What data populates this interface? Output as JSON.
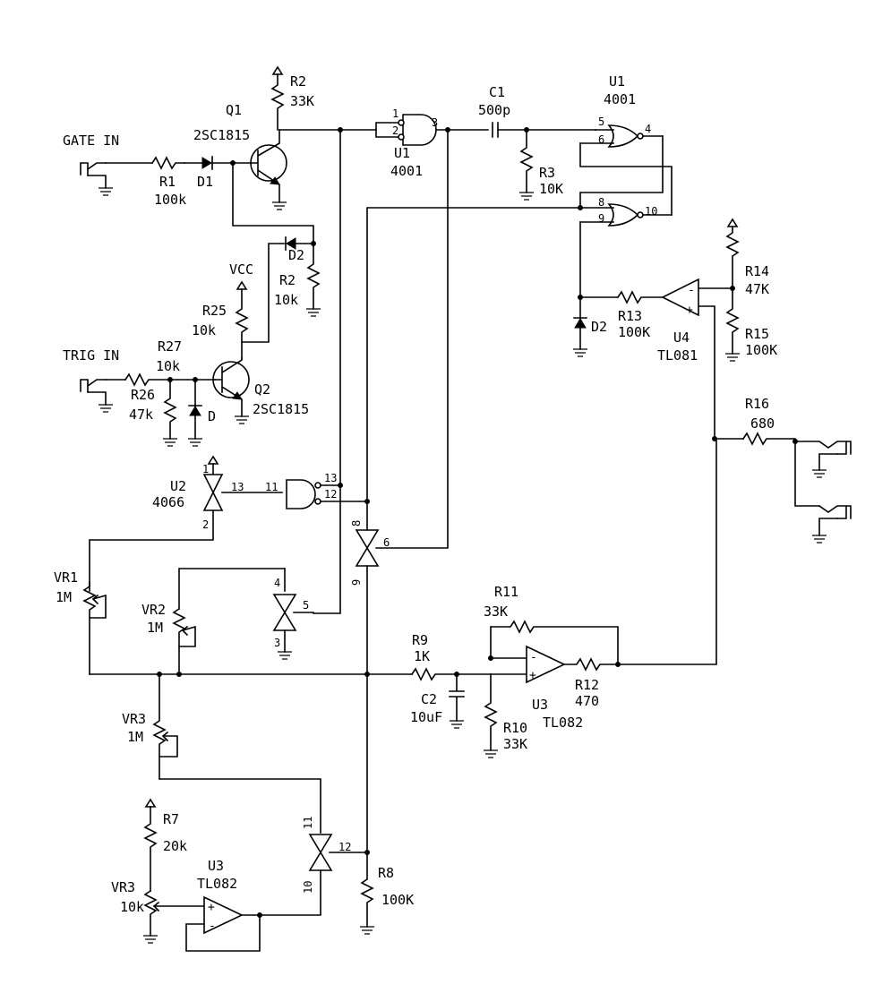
{
  "labels": {
    "gate_in": "GATE IN",
    "trig_in": "TRIG IN",
    "vcc": "VCC"
  },
  "components": {
    "r1": {
      "ref": "R1",
      "value": "100k"
    },
    "d1": {
      "ref": "D1"
    },
    "q1": {
      "ref": "Q1",
      "value": "2SC1815"
    },
    "r2_top": {
      "ref": "R2",
      "value": "33K"
    },
    "d2_top": {
      "ref": "D2"
    },
    "r2_mid": {
      "ref": "R2",
      "value": "10k"
    },
    "r25": {
      "ref": "R25",
      "value": "10k"
    },
    "r27": {
      "ref": "R27",
      "value": "10k"
    },
    "r26": {
      "ref": "R26",
      "value": "47k"
    },
    "d_trig": {
      "ref": "D"
    },
    "q2": {
      "ref": "Q2",
      "value": "2SC1815"
    },
    "u1_nand": {
      "ref": "U1",
      "value": "4001"
    },
    "c1": {
      "ref": "C1",
      "value": "500p"
    },
    "r3": {
      "ref": "R3",
      "value": "10K"
    },
    "u1_nor": {
      "ref": "U1",
      "value": "4001"
    },
    "d2_right": {
      "ref": "D2"
    },
    "r13": {
      "ref": "R13",
      "value": "100K"
    },
    "u4": {
      "ref": "U4",
      "value": "TL081"
    },
    "r14": {
      "ref": "R14",
      "value": "47K"
    },
    "r15": {
      "ref": "R15",
      "value": "100K"
    },
    "r16": {
      "ref": "R16",
      "value": "680"
    },
    "u2": {
      "ref": "U2",
      "value": "4066"
    },
    "vr1": {
      "ref": "VR1",
      "value": "1M"
    },
    "vr2": {
      "ref": "VR2",
      "value": "1M"
    },
    "vr3_top": {
      "ref": "VR3",
      "value": "1M"
    },
    "r9": {
      "ref": "R9",
      "value": "1K"
    },
    "c2": {
      "ref": "C2",
      "value": "10uF"
    },
    "r11": {
      "ref": "R11",
      "value": "33K"
    },
    "r10": {
      "ref": "R10",
      "value": "33K"
    },
    "u3_right": {
      "ref": "U3",
      "value": "TL082"
    },
    "r12": {
      "ref": "R12",
      "value": "470"
    },
    "r7": {
      "ref": "R7",
      "value": "20k"
    },
    "vr3_bottom": {
      "ref": "VR3",
      "value": "10k"
    },
    "u3_bottom": {
      "ref": "U3",
      "value": "TL082"
    },
    "r8": {
      "ref": "R8",
      "value": "100K"
    }
  },
  "pins": {
    "nand_in1": "1",
    "nand_in2": "2",
    "nand_out": "3",
    "nor1_a": "5",
    "nor1_b": "6",
    "nor1_out": "4",
    "nor2_a": "8",
    "nor2_b": "9",
    "nor2_out": "10",
    "sw1_ctl": "1",
    "sw1_in": "2",
    "sw1_out": "13",
    "inv_in": "11",
    "inv_a": "13",
    "inv_b": "12",
    "sw_mid_top": "8",
    "sw_mid_ctl": "6",
    "sw_mid_bot": "9",
    "sw_vr2_top": "4",
    "sw_vr2_ctl": "5",
    "sw_vr2_bot": "3",
    "sw_bot_top": "11",
    "sw_bot_ctl": "12",
    "sw_bot_bot": "10"
  }
}
